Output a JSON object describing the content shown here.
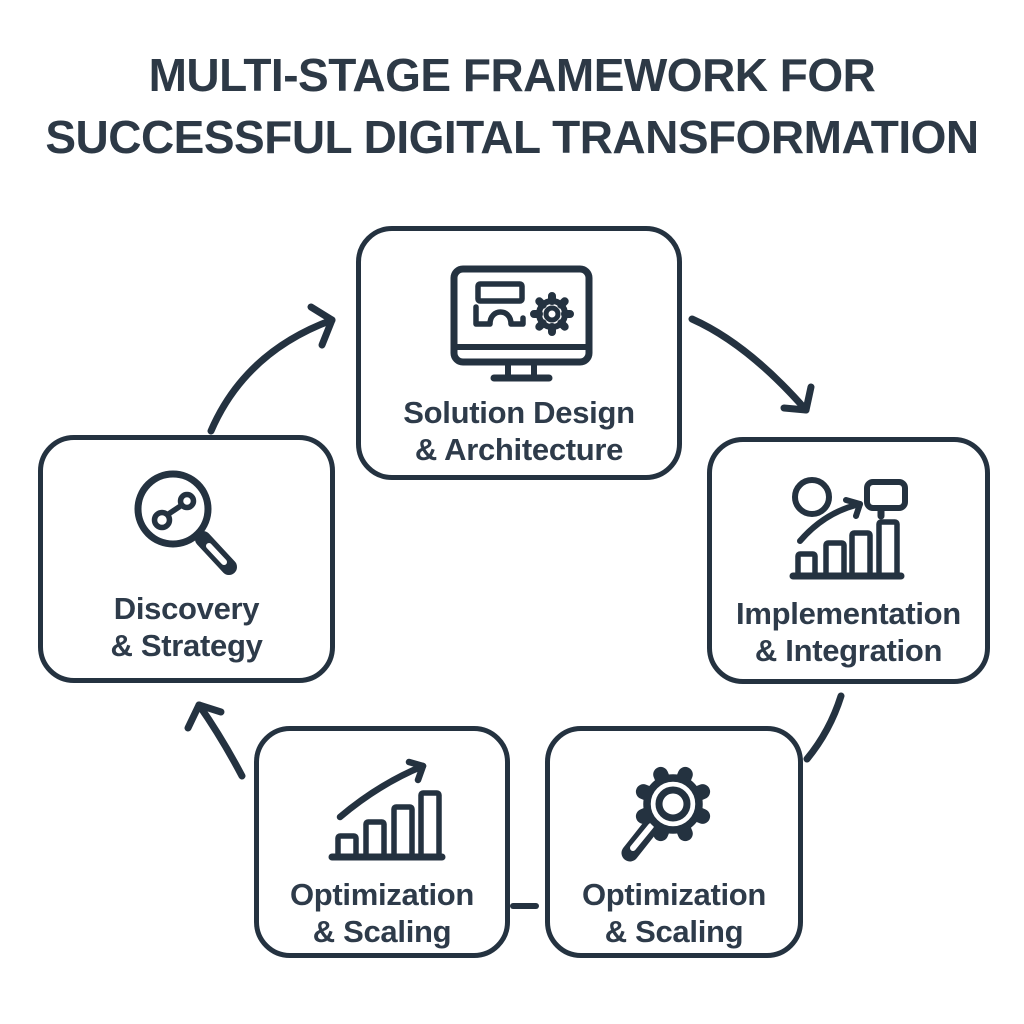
{
  "title": {
    "line1": "MULTI-STAGE FRAMEWORK FOR",
    "line2": "SUCCESSFUL DIGITAL TRANSFORMATION"
  },
  "colors": {
    "stroke": "#243240",
    "text": "#2e3b4a",
    "title": "#2d3946",
    "background": "#ffffff"
  },
  "stages": [
    {
      "name": "solution-design",
      "line1": "Solution Design",
      "line2": "& Architecture",
      "icon": "monitor-wireframe-gear-icon"
    },
    {
      "name": "implementation-integration",
      "line1": "Implementation",
      "line2": "& Integration",
      "icon": "growth-chart-milestone-icon"
    },
    {
      "name": "optimization-scaling-gear",
      "line1": "Optimization",
      "line2": "& Scaling",
      "icon": "gear-handle-icon"
    },
    {
      "name": "optimization-scaling-chart",
      "line1": "Optimization",
      "line2": "& Scaling",
      "icon": "bar-chart-growth-arrow-icon"
    },
    {
      "name": "discovery-strategy",
      "line1": "Discovery",
      "line2": "& Strategy",
      "icon": "magnifier-nodes-icon"
    }
  ]
}
